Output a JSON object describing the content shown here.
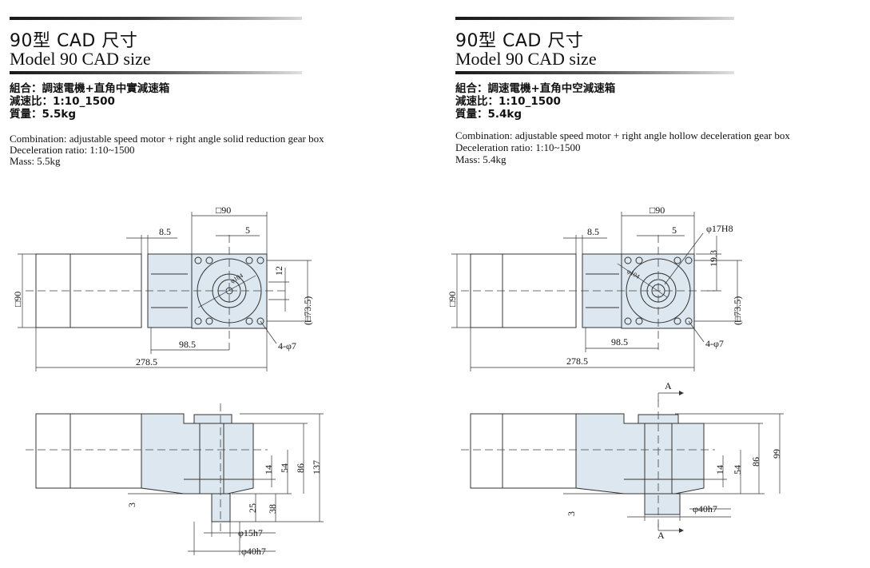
{
  "panels": [
    {
      "title_cn": "90型 CAD 尺寸",
      "title_en": "Model 90 CAD size",
      "spec_cn": [
        "組合：調速電機+直角中實減速箱",
        "減速比：1:10_1500",
        "質量：5.5kg"
      ],
      "spec_en": [
        "Combination: adjustable speed motor + right angle solid reduction gear box",
        "Deceleration ratio: 1:10~1500",
        "Mass: 5.5kg"
      ],
      "dims": {
        "sq90_top": "□90",
        "d8_5": "8.5",
        "d5": "5",
        "d12": "12",
        "sq73_5": "(□73.5)",
        "sq90_side": "□90",
        "phi104": "φ104",
        "holes": "4-φ7",
        "d98_5": "98.5",
        "d278_5": "278.5",
        "d14": "14",
        "d54": "54",
        "d86": "86",
        "d137": "137",
        "d25": "25",
        "d38": "38",
        "d3": "3",
        "phi15": "φ15h7",
        "phi40": "φ40h7"
      }
    },
    {
      "title_cn": "90型 CAD 尺寸",
      "title_en": "Model 90 CAD size",
      "spec_cn": [
        "組合：調速電機+直角中空減速箱",
        "減速比：1:10_1500",
        "質量：5.4kg"
      ],
      "spec_en": [
        "Combination: adjustable speed motor + right angle hollow deceleration gear box",
        "Deceleration ratio: 1:10~1500",
        "Mass: 5.4kg"
      ],
      "dims": {
        "sq90_top": "□90",
        "d8_5": "8.5",
        "d5": "5",
        "phi17": "φ17H8",
        "d19_3": "19.3",
        "sq73_5": "(□73.5)",
        "sq90_side": "□90",
        "phi104": "φ104",
        "holes": "4-φ7",
        "d98_5": "98.5",
        "d278_5": "278.5",
        "sectionA": "A",
        "d14": "14",
        "d54": "54",
        "d86": "86",
        "d99": "99",
        "d3": "3",
        "phi40": "φ40h7"
      }
    }
  ]
}
